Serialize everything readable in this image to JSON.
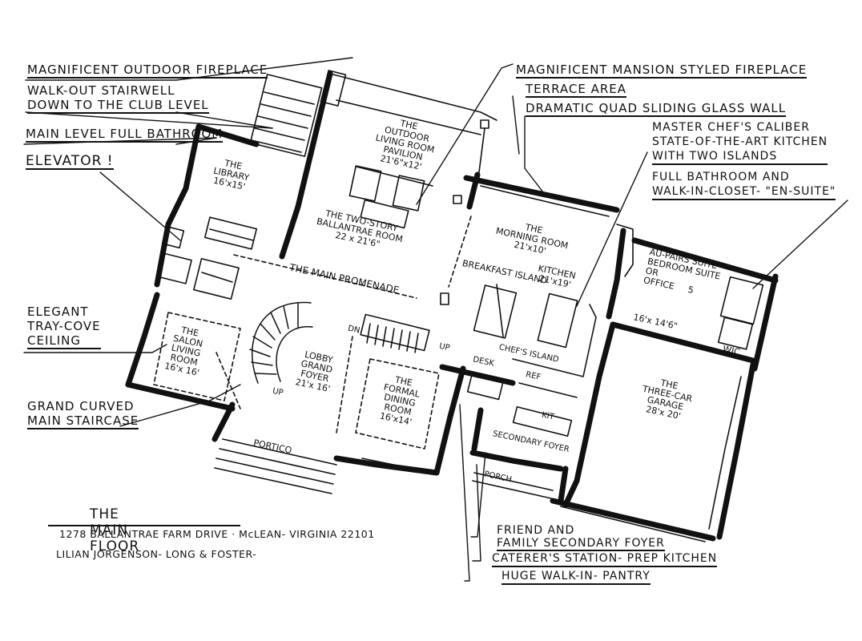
{
  "callouts": {
    "outdoor_fireplace": "MAGNIFICENT OUTDOOR FIREPLACE",
    "stairwell_line1": "WALK-OUT STAIRWELL",
    "stairwell_line2": "DOWN TO THE CLUB LEVEL",
    "full_bath": "MAIN LEVEL FULL BATHROOM",
    "elevator": "ELEVATOR !",
    "tray_line1": "ELEGANT",
    "tray_line2": "TRAY-COVE",
    "tray_line3": "CEILING",
    "staircase_line1": "GRAND CURVED",
    "staircase_line2": "MAIN STAIRCASE",
    "mansion_fireplace": "MAGNIFICENT MANSION STYLED FIREPLACE",
    "terrace": "TERRACE AREA",
    "glass_wall": "DRAMATIC QUAD SLIDING GLASS WALL",
    "kitchen_line1": "MASTER CHEF'S CALIBER",
    "kitchen_line2": "STATE-OF-THE-ART KITCHEN",
    "kitchen_line3": "WITH TWO ISLANDS",
    "ensuite_line1": "FULL BATHROOM AND",
    "ensuite_line2": "WALK-IN-CLOSET- \"EN-SUITE\"",
    "secondary_foyer_line1": "FRIEND AND",
    "secondary_foyer_line2": "FAMILY SECONDARY FOYER",
    "caterer": "CATERER'S STATION- PREP KITCHEN",
    "pantry": "HUGE WALK-IN- PANTRY"
  },
  "rooms": {
    "pavilion_l1": "THE",
    "pavilion_l2": "OUTDOOR",
    "pavilion_l3": "LIVING ROOM",
    "pavilion_l4": "PAVILION",
    "pavilion_dim": "21'6\"x12'",
    "library_l1": "THE",
    "library_l2": "LIBRARY",
    "library_dim": "16'x15'",
    "ballantrae_l1": "THE TWO-STORY",
    "ballantrae_l2": "BALLANTRAE ROOM",
    "ballantrae_dim": "22 x 21'6\"",
    "morning_l1": "THE",
    "morning_l2": "MORNING ROOM",
    "morning_dim": "21'x10'",
    "promenade": "THE MAIN PROMENADE",
    "breakfast_island": "BREAKFAST ISLAND",
    "kitchen_l1": "KITCHEN",
    "kitchen_dim": "21'x19'",
    "aupair_l1": "AU-PAIRS SUITE",
    "aupair_l2": "BEDROOM SUITE",
    "aupair_l3": "OR",
    "aupair_l4": "OFFICE",
    "aupair_num": "5",
    "aupair_dim": "16'x 14'6\"",
    "wic": "WIC",
    "salon_l1": "THE",
    "salon_l2": "SALON",
    "salon_l3": "LIVING",
    "salon_l4": "ROOM",
    "salon_dim": "16'x 16'",
    "lobby_l1": "LOBBY",
    "lobby_l2": "GRAND",
    "lobby_l3": "FOYER",
    "lobby_dim": "21'x 16'",
    "dining_l1": "THE",
    "dining_l2": "FORMAL",
    "dining_l3": "DINING",
    "dining_l4": "ROOM",
    "dining_dim": "16'x14'",
    "dn": "DN",
    "up_stair": "UP",
    "up_main": "UP",
    "desk": "DESK",
    "chefs_island": "CHEF'S ISLAND",
    "ref": "REF",
    "kit": "KIT",
    "secondary_foyer": "SECONDARY FOYER",
    "garage_l1": "THE",
    "garage_l2": "THREE-CAR",
    "garage_l3": "GARAGE",
    "garage_dim": "28'x 20'",
    "portico": "PORTICO",
    "porch": "PORCH"
  },
  "title": {
    "main": "THE MAIN FLOOR",
    "address": "1278 BALLANTRAE FARM DRIVE · McLEAN- VIRGINIA 22101",
    "credit": "LILIAN JORGENSON- LONG & FOSTER-"
  }
}
